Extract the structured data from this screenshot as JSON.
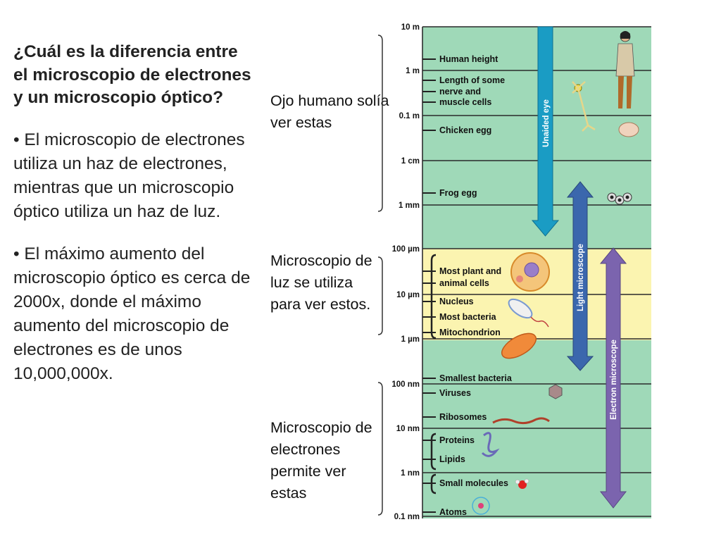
{
  "left": {
    "question": "¿Cuál es la diferencia entre el microscopio de electrones y un microscopio óptico?",
    "bullet1": "• El microscopio de electrones utiliza un haz de electrones, mientras que un microscopio óptico utiliza un haz de luz.",
    "bullet2": "• El máximo aumento del microscopio óptico es cerca de 2000x, donde el máximo aumento del microscopio de electrones es de unos 10,000,000x."
  },
  "middle": {
    "eye": "Ojo humano solía ver estas",
    "light": "Microscopio de luz se utiliza para ver estos.",
    "electron": "Microscopio de electrones permite ver estas"
  },
  "scale": {
    "ticks": [
      "10 m",
      "1 m",
      "0.1 m",
      "1 cm",
      "1 mm",
      "100 µm",
      "10 µm",
      "1 µm",
      "100 nm",
      "10 nm",
      "1 nm",
      "0.1 nm"
    ],
    "items": [
      {
        "label": "Human height",
        "ys": [
          56
        ]
      },
      {
        "label": "Length of some",
        "ys": [
          86
        ]
      },
      {
        "label": "nerve and",
        "ys": [
          102
        ]
      },
      {
        "label": "muscle cells",
        "ys": [
          117
        ]
      },
      {
        "label": "Chicken egg",
        "ys": [
          157
        ]
      },
      {
        "label": "Frog egg",
        "ys": [
          246
        ]
      },
      {
        "label": "Most plant and",
        "ys": [
          357
        ]
      },
      {
        "label": "animal cells",
        "ys": [
          374
        ]
      },
      {
        "label": "Nucleus",
        "ys": [
          400
        ]
      },
      {
        "label": "Most bacteria",
        "ys": [
          422
        ]
      },
      {
        "label": "Mitochondrion",
        "ys": [
          444
        ]
      },
      {
        "label": "Smallest bacteria",
        "ys": [
          509
        ]
      },
      {
        "label": "Viruses",
        "ys": [
          530
        ]
      },
      {
        "label": "Ribosomes",
        "ys": [
          564
        ]
      },
      {
        "label": "Proteins",
        "ys": [
          597
        ]
      },
      {
        "label": "Lipids",
        "ys": [
          624
        ]
      },
      {
        "label": "Small molecules",
        "ys": [
          658
        ]
      },
      {
        "label": "Atoms",
        "ys": [
          699
        ]
      }
    ],
    "arrows": {
      "unaided": "Unaided eye",
      "light": "Light microscope",
      "electron": "Electron microscope"
    }
  },
  "colors": {
    "green_band": "#9fd9b8",
    "yellow_band": "#fbf4b0",
    "unaided_arrow": "#1a9cc4",
    "light_arrow": "#3b67ad",
    "electron_arrow": "#7b64ae"
  }
}
